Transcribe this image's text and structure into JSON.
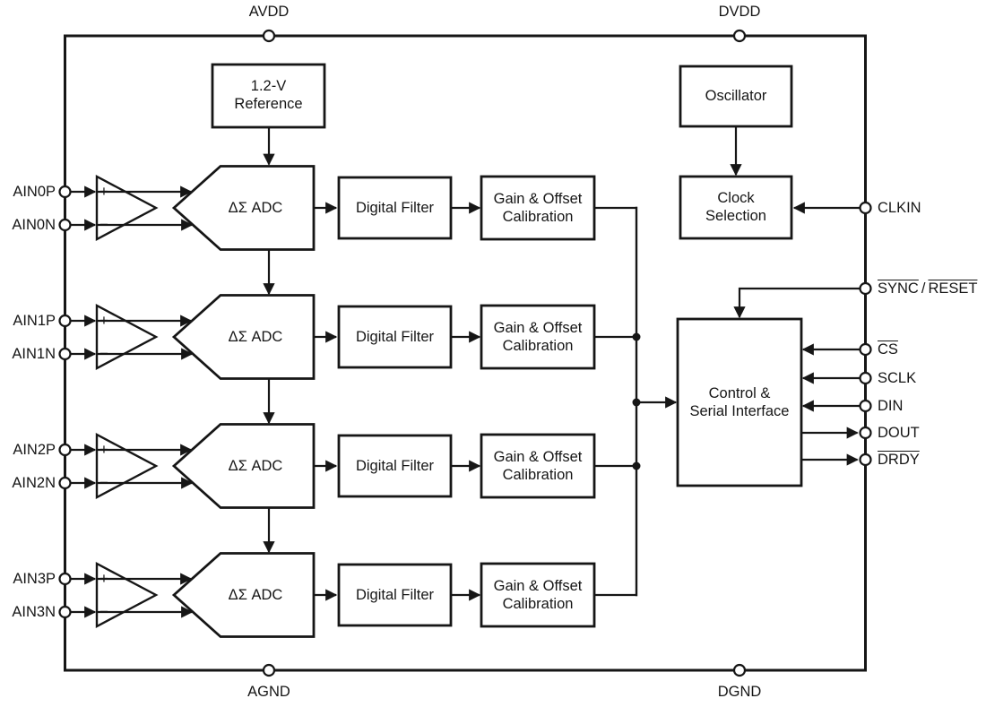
{
  "colors": {
    "ink": "#161616",
    "paper": "#ffffff"
  },
  "power_pins": {
    "avdd": "AVDD",
    "dvdd": "DVDD",
    "agnd": "AGND",
    "dgnd": "DGND"
  },
  "top_blocks": {
    "reference": {
      "line1": "1.2-V",
      "line2": "Reference"
    },
    "oscillator": {
      "label": "Oscillator"
    },
    "clock_selection": {
      "line1": "Clock",
      "line2": "Selection"
    }
  },
  "control_block": {
    "line1": "Control &",
    "line2": "Serial Interface"
  },
  "channels": [
    {
      "pin_p": "AIN0P",
      "pin_n": "AIN0N",
      "amp_plus": "+",
      "amp_minus": "−",
      "adc_label": "ΔΣ ADC",
      "filter_label": "Digital Filter",
      "cal_line1": "Gain & Offset",
      "cal_line2": "Calibration"
    },
    {
      "pin_p": "AIN1P",
      "pin_n": "AIN1N",
      "amp_plus": "+",
      "amp_minus": "−",
      "adc_label": "ΔΣ ADC",
      "filter_label": "Digital Filter",
      "cal_line1": "Gain & Offset",
      "cal_line2": "Calibration"
    },
    {
      "pin_p": "AIN2P",
      "pin_n": "AIN2N",
      "amp_plus": "+",
      "amp_minus": "−",
      "adc_label": "ΔΣ ADC",
      "filter_label": "Digital Filter",
      "cal_line1": "Gain & Offset",
      "cal_line2": "Calibration"
    },
    {
      "pin_p": "AIN3P",
      "pin_n": "AIN3N",
      "amp_plus": "+",
      "amp_minus": "−",
      "adc_label": "ΔΣ ADC",
      "filter_label": "Digital Filter",
      "cal_line1": "Gain & Offset",
      "cal_line2": "Calibration"
    }
  ],
  "serial_pins": {
    "clkin": "CLKIN",
    "sync": "SYNC",
    "sync_reset_sep": "/",
    "reset": "RESET",
    "cs": "CS",
    "sclk": "SCLK",
    "din": "DIN",
    "dout": "DOUT",
    "drdy": "DRDY"
  }
}
